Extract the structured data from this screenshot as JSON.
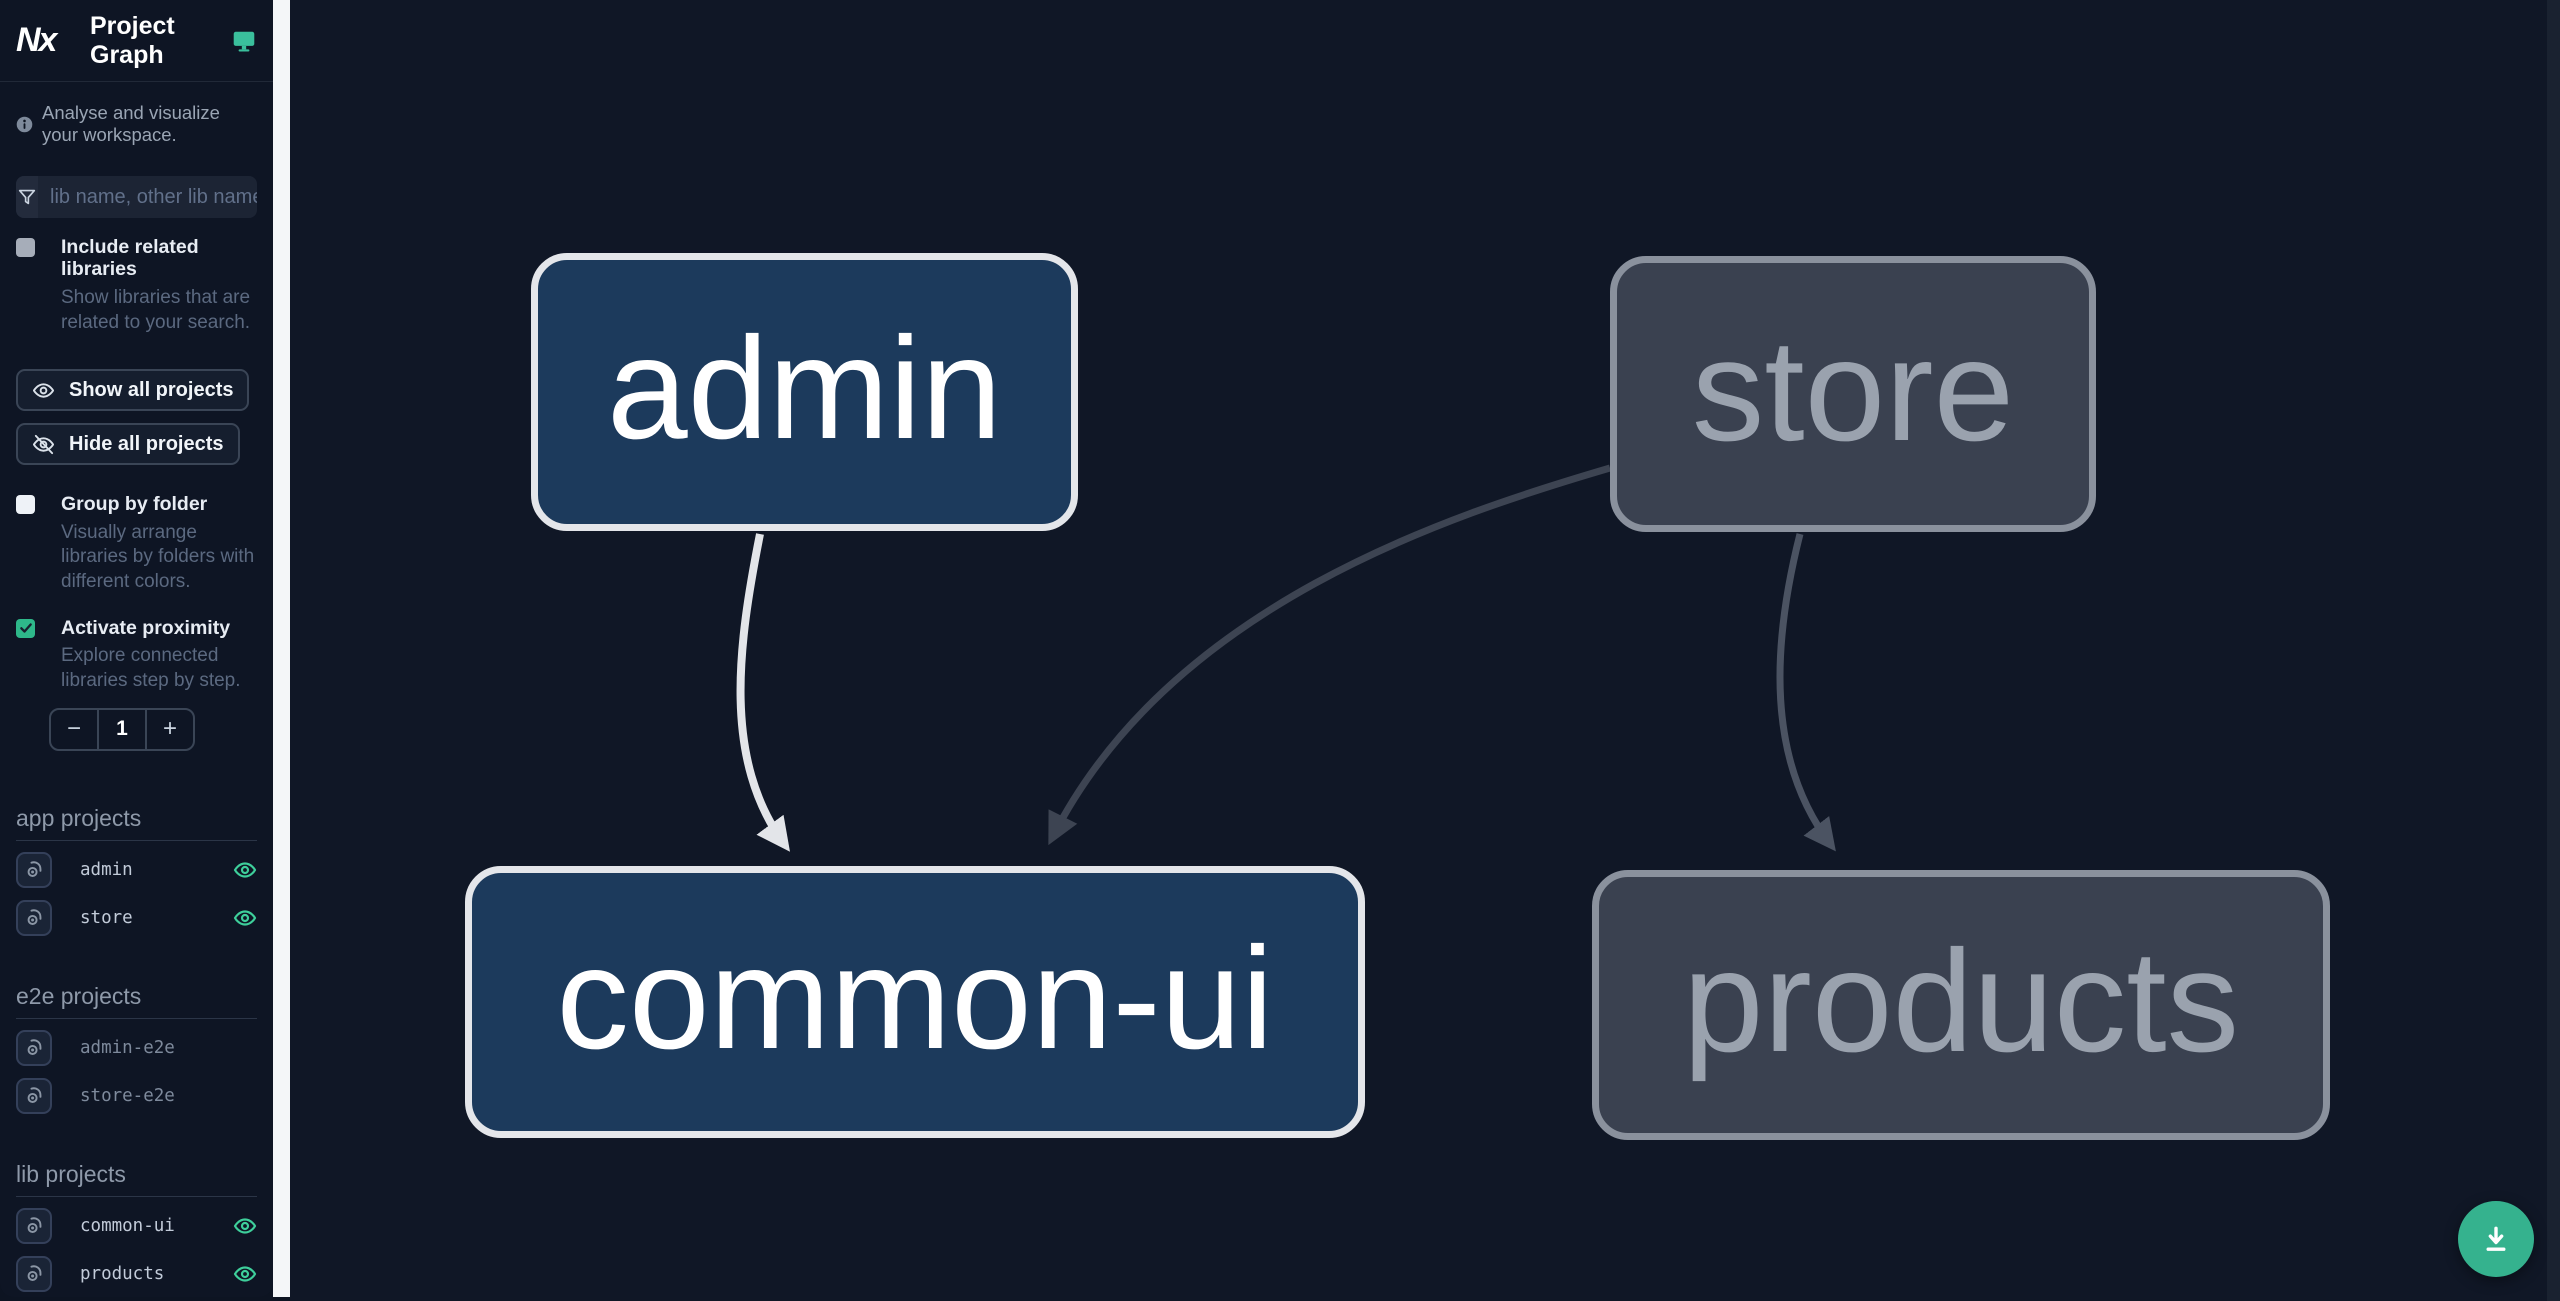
{
  "app": {
    "title": "Project Graph"
  },
  "sidebar": {
    "tagline": "Analyse and visualize your workspace.",
    "filter": {
      "placeholder": "lib name, other lib name"
    },
    "include_related": {
      "label": "Include related libraries",
      "description": "Show libraries that are related to your search.",
      "checked": false
    },
    "buttons": {
      "show_all": "Show all projects",
      "hide_all": "Hide all projects"
    },
    "group_by_folder": {
      "label": "Group by folder",
      "description": "Visually arrange libraries by folders with different colors.",
      "checked": false
    },
    "proximity": {
      "label": "Activate proximity",
      "description": "Explore connected libraries step by step.",
      "checked": true,
      "minus": "−",
      "value": "1",
      "plus": "+"
    },
    "sections": [
      {
        "label": "app projects",
        "items": [
          {
            "name": "admin",
            "eye": true
          },
          {
            "name": "store",
            "eye": true
          }
        ]
      },
      {
        "label": "e2e projects",
        "items": [
          {
            "name": "admin-e2e",
            "eye": false
          },
          {
            "name": "store-e2e",
            "eye": false
          }
        ]
      },
      {
        "label": "lib projects",
        "items": [
          {
            "name": "common-ui",
            "eye": true
          },
          {
            "name": "products",
            "eye": true
          }
        ]
      }
    ]
  },
  "graph": {
    "nodes": [
      {
        "id": "admin",
        "label": "admin",
        "state": "focused"
      },
      {
        "id": "store",
        "label": "store",
        "state": "dimmed"
      },
      {
        "id": "common-ui",
        "label": "common-ui",
        "state": "focused"
      },
      {
        "id": "products",
        "label": "products",
        "state": "dimmed"
      }
    ],
    "edges": [
      {
        "from": "admin",
        "to": "common-ui",
        "style": "highlighted"
      },
      {
        "from": "store",
        "to": "common-ui",
        "style": "dimmed"
      },
      {
        "from": "store",
        "to": "products",
        "style": "dimmed"
      }
    ]
  },
  "colors": {
    "accent_teal": "#3ecf9b",
    "sidebar_bg": "#0e1524",
    "canvas_bg": "#101726",
    "divider": "#f4f6f8",
    "node_focused_bg": "#1c3a5c",
    "node_focused_border": "#e4e6ea",
    "node_dimmed_bg": "#3a4150",
    "node_dimmed_border": "#8a919d",
    "edge_highlighted": "#e3e5e9",
    "edge_dark": "#3d4452",
    "edge_mid": "#4b5362",
    "download_button": "#35b28e"
  }
}
